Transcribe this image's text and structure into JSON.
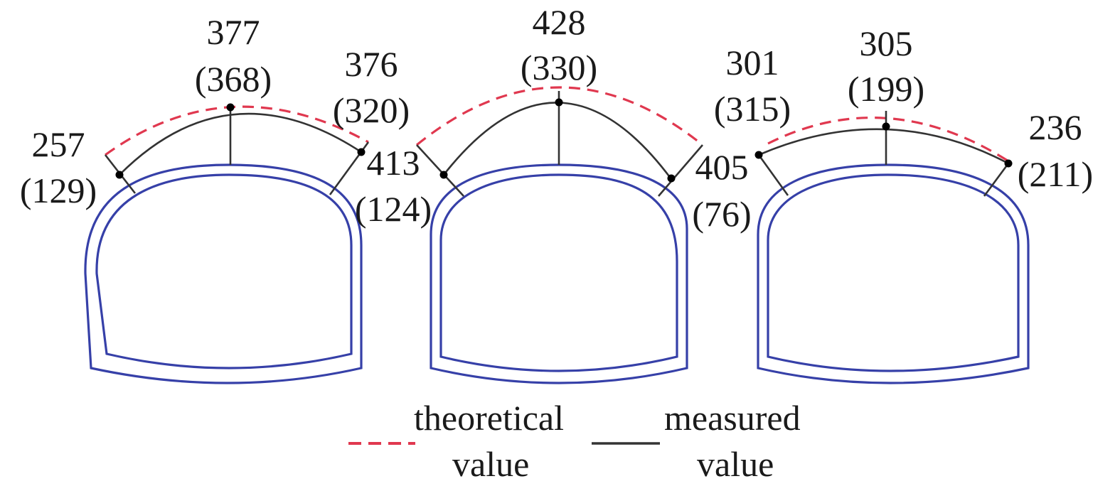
{
  "colors": {
    "tunnel": "#3640a8",
    "theoretical": "#e0384f",
    "measured": "#333333",
    "text": "#1a1a1a"
  },
  "sections": [
    {
      "left": {
        "value": "257",
        "paren": "(129)"
      },
      "crown": {
        "value": "377",
        "paren": "(368)"
      },
      "right": {
        "value": "376",
        "paren": "(320)"
      }
    },
    {
      "left": {
        "value": "413",
        "paren": "(124)"
      },
      "crown": {
        "value": "428",
        "paren": "(330)"
      },
      "right": {
        "value": "405",
        "paren": "(76)"
      }
    },
    {
      "left": {
        "value": "301",
        "paren": "(315)"
      },
      "crown": {
        "value": "305",
        "paren": "(199)"
      },
      "right": {
        "value": "236",
        "paren": "(211)"
      }
    }
  ],
  "legend": {
    "theoretical": {
      "line1": "theoretical",
      "line2": "value"
    },
    "measured": {
      "line1": "measured",
      "line2": "value"
    }
  }
}
